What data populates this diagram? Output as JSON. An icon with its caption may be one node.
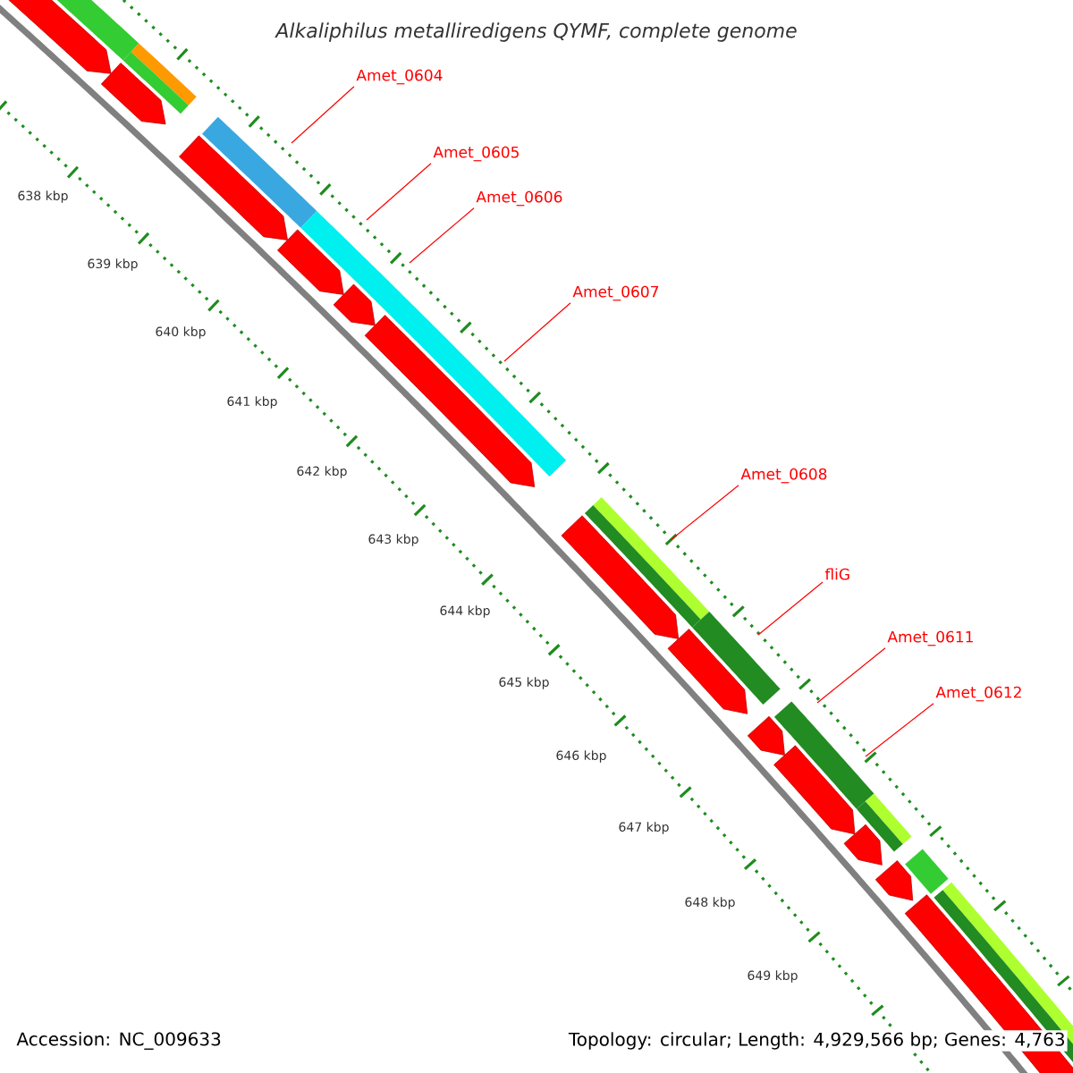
{
  "diagram": {
    "title": "Alkaliphilus metalliredigens QYMF, complete genome",
    "nodes": [
      {
        "text": [
          "Amet_0604"
        ]
      },
      {
        "text": [
          "Amet_0605"
        ]
      },
      {
        "text": [
          "Amet_0606"
        ]
      },
      {
        "text": [
          "Amet_0607"
        ]
      },
      {
        "text": [
          "Amet_0608"
        ]
      },
      {
        "text": [
          "fliG"
        ]
      },
      {
        "text": [
          "Amet_0611"
        ]
      },
      {
        "text": [
          "Amet_0612"
        ]
      }
    ],
    "edges": [
      {
        "from": 0,
        "to": null,
        "arrow": "none"
      },
      {
        "from": 1,
        "to": null,
        "arrow": "none"
      },
      {
        "from": 2,
        "to": null,
        "arrow": "none"
      },
      {
        "from": 3,
        "to": null,
        "arrow": "none"
      },
      {
        "from": 4,
        "to": null,
        "arrow": "none"
      },
      {
        "from": 5,
        "to": null,
        "arrow": "none"
      },
      {
        "from": 6,
        "to": null,
        "arrow": "none"
      },
      {
        "from": 7,
        "to": null,
        "arrow": "none"
      }
    ],
    "labels": [
      "638 kbp",
      "639 kbp",
      "640 kbp",
      "641 kbp",
      "642 kbp",
      "643 kbp",
      "644 kbp",
      "645 kbp",
      "646 kbp",
      "647 kbp",
      "648 kbp",
      "649 kbp",
      "Accession: NC_009633",
      "Topology: circular; Length: 4,929,566 bp; Genes: 4,763"
    ]
  }
}
